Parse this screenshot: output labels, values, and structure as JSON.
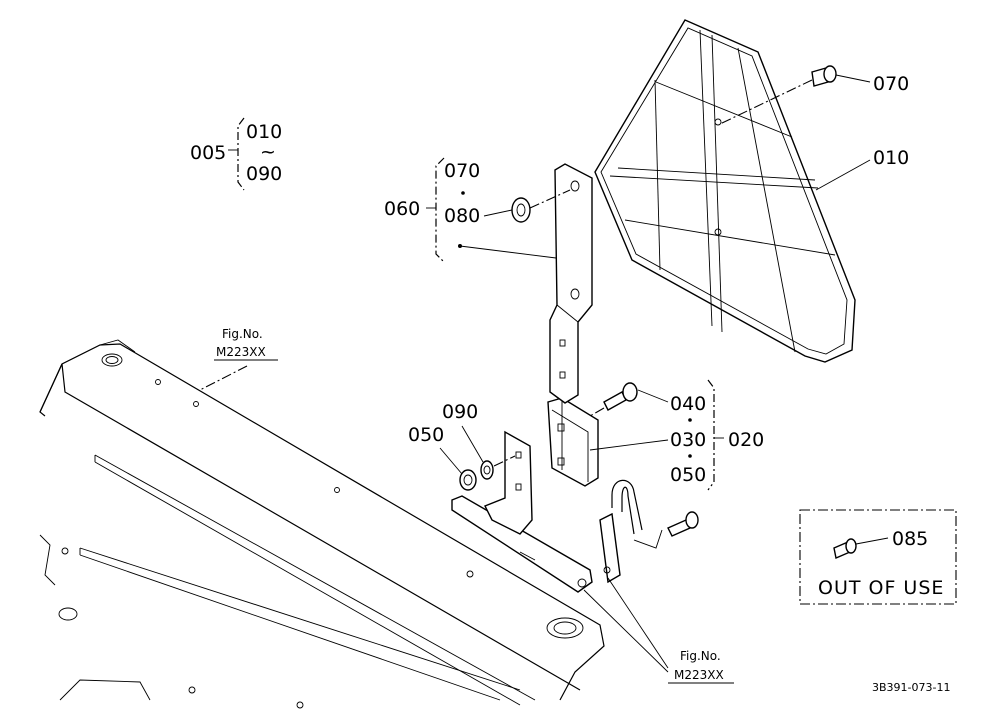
{
  "callouts": {
    "p005": "005",
    "p010_range_start": "010",
    "range_tilde": "~",
    "p090_range_end": "090",
    "p060": "060",
    "p070_top": "070",
    "p080": "080",
    "p070_bolt": "070",
    "p010_guard": "010",
    "p040": "040",
    "p030": "030",
    "p050_right": "050",
    "p020": "020",
    "p090_left": "090",
    "p050_left": "050",
    "p085": "085"
  },
  "figure_refs": {
    "top_label": "Fig.No.",
    "top_number": "M223XX",
    "bottom_label": "Fig.No.",
    "bottom_number": "M223XX"
  },
  "inset": {
    "label": "OUT OF USE"
  },
  "drawing_code": "3B391-073-11"
}
